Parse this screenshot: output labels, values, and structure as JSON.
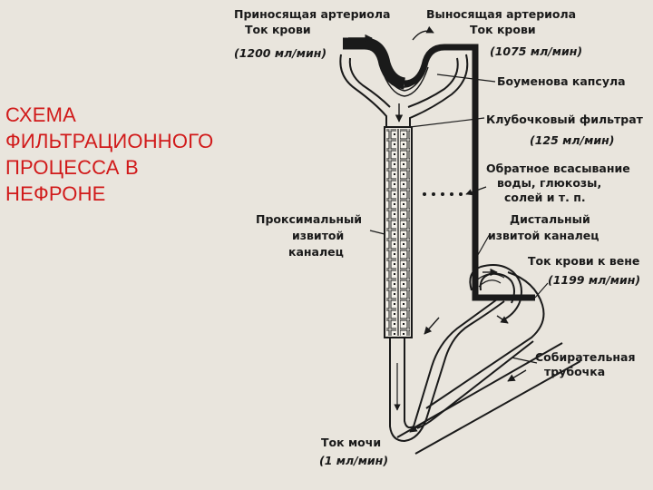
{
  "title_lines": [
    "СХЕМА",
    "ФИЛЬТРАЦИОННОГО",
    "ПРОЦЕССА В",
    "НЕФРОНЕ"
  ],
  "labels": {
    "afferent_1": "Приносящая артериола",
    "afferent_2": "Ток крови",
    "afferent_3": "(1200 мл/мин)",
    "efferent_1": "Выносящая артериола",
    "efferent_2": "Ток крови",
    "efferent_3": "(1075 мл/мин)",
    "bowman": "Боуменова капсула",
    "filtrate_1": "Клубочковый фильтрат",
    "filtrate_2": "(125 мл/мин)",
    "reabs_1": "Обратное всасывание",
    "reabs_2": "воды, глюкозы,",
    "reabs_3": "солей и т. п.",
    "proximal_1": "Проксимальный",
    "proximal_2": "извитой",
    "proximal_3": "каналец",
    "distal_1": "Дистальный",
    "distal_2": "извитой каналец",
    "vein_1": "Ток крови к вене",
    "vein_2": "(1199 мл/мин)",
    "collecting_1": "Собирательная",
    "collecting_2": "трубочка",
    "urine_1": "Ток мочи",
    "urine_2": "(1 мл/мин)"
  },
  "colors": {
    "title": "#d11a1a",
    "background": "#e9e5dd",
    "ink": "#1a1a1a"
  }
}
